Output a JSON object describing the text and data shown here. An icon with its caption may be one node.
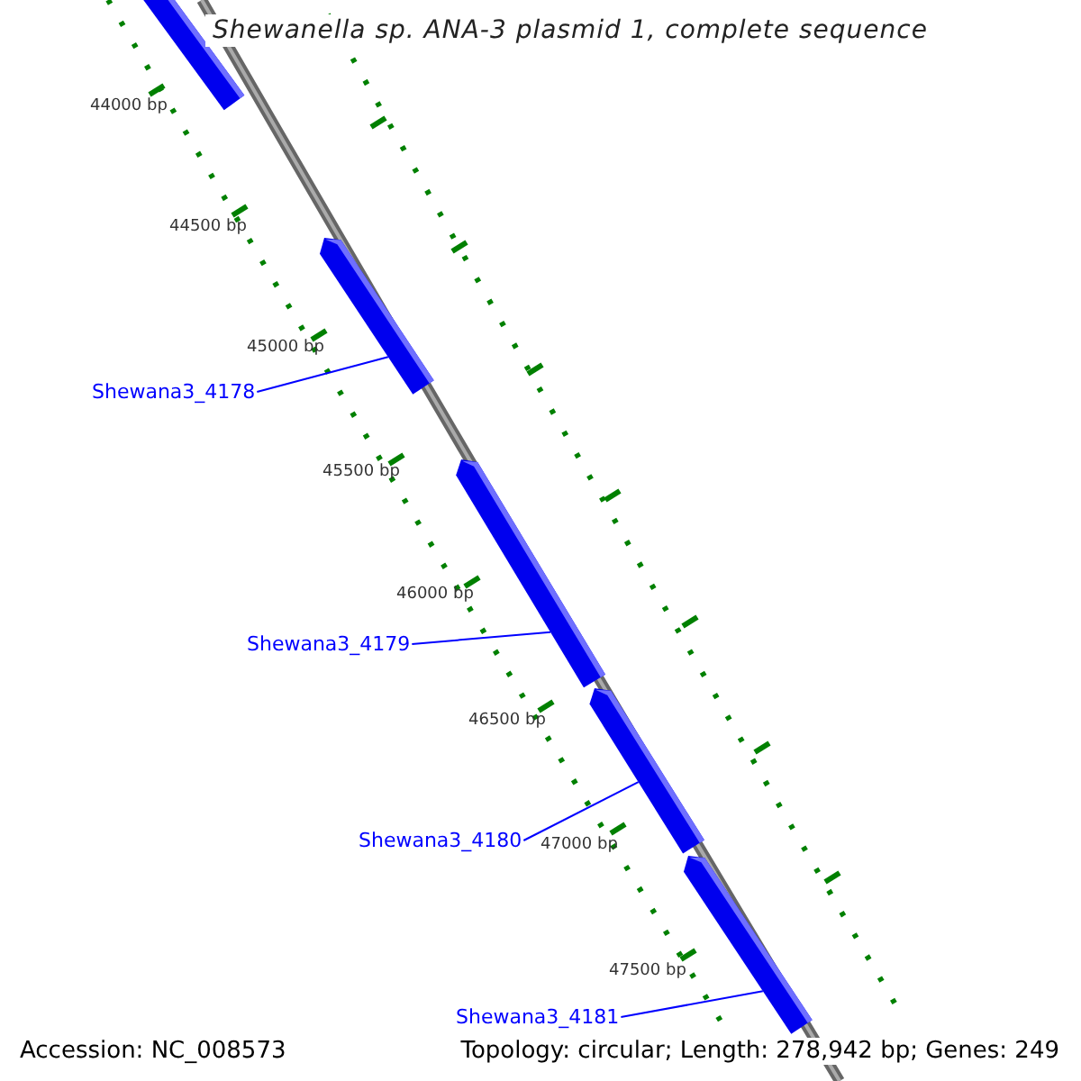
{
  "diagram": {
    "title": "Shewanella sp. ANA-3 plasmid 1, complete sequence",
    "nodes": [
      {
        "text": [],
        "shape": "bar"
      },
      {
        "text": [],
        "shape": "bar"
      },
      {
        "text": [],
        "shape": "bar"
      },
      {
        "text": [],
        "shape": "bar"
      },
      {
        "text": [],
        "shape": "bar"
      },
      {
        "text": [
          "Shewana3_4178"
        ]
      },
      {
        "text": [
          "Shewana3_4179"
        ]
      },
      {
        "text": [
          "Shewana3_4180"
        ]
      },
      {
        "text": [
          "Shewana3_4181"
        ]
      }
    ],
    "edges": [
      {
        "from": 5,
        "to": 1,
        "arrow": "none"
      },
      {
        "from": 6,
        "to": 2,
        "arrow": "none"
      },
      {
        "from": 7,
        "to": 3,
        "arrow": "none"
      },
      {
        "from": 8,
        "to": 4,
        "arrow": "none"
      }
    ],
    "labels": [
      "44000 bp",
      "44500 bp",
      "45000 bp",
      "45500 bp",
      "46000 bp",
      "46500 bp",
      "47000 bp",
      "47500 bp",
      "Accession: NC_008573",
      "Topology: circular; Length: 278,942 bp; Genes: 249"
    ]
  }
}
